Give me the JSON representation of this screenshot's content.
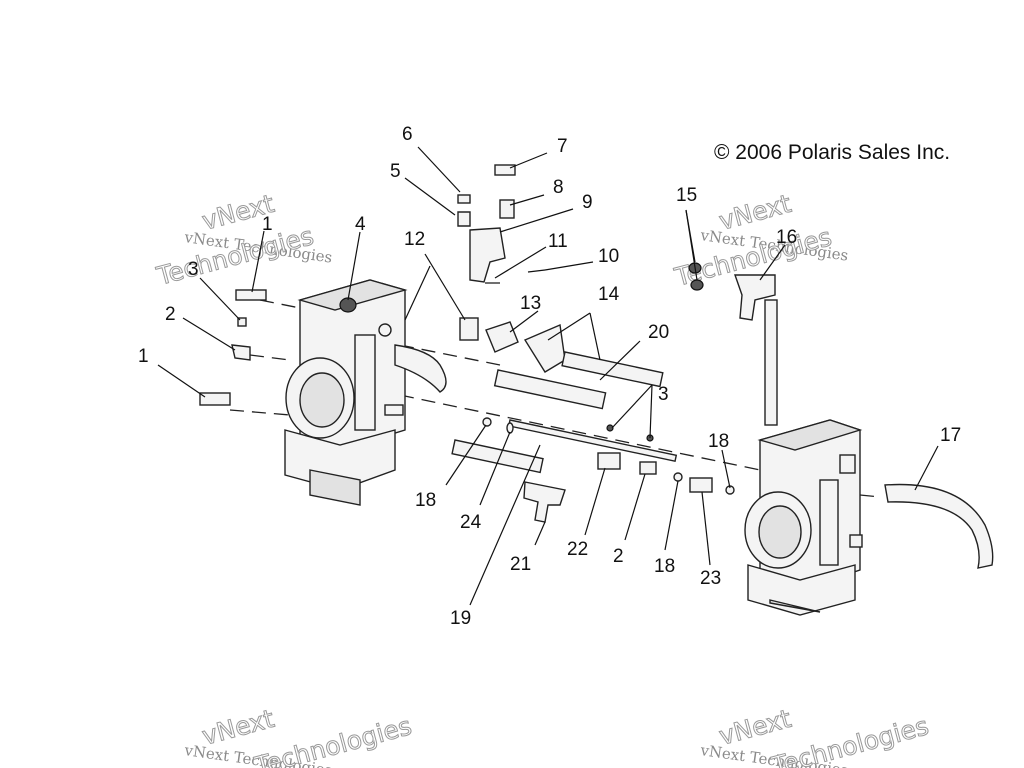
{
  "copyright": "© 2006 Polaris Sales Inc.",
  "watermark": {
    "line1": "vNext Technologies",
    "line2": "vNext",
    "line3": "Technologies"
  },
  "callouts": [
    "1",
    "1",
    "2",
    "2",
    "3",
    "3",
    "4",
    "5",
    "6",
    "7",
    "8",
    "9",
    "10",
    "11",
    "12",
    "13",
    "14",
    "15",
    "16",
    "17",
    "18",
    "18",
    "18",
    "19",
    "20",
    "21",
    "22",
    "23",
    "24"
  ],
  "colors": {
    "ink": "#111111",
    "watermark": "#9a9a9a"
  }
}
